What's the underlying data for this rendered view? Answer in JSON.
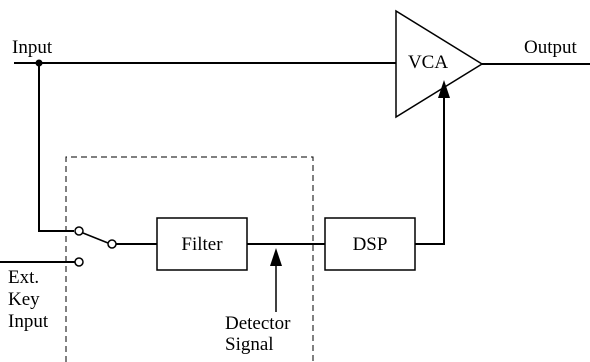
{
  "labels": {
    "input": "Input",
    "output": "Output",
    "vca": "VCA",
    "filter": "Filter",
    "dsp": "DSP",
    "ext_key_input": [
      "Ext.",
      "Key",
      "Input"
    ],
    "detector_signal": [
      "Detector",
      "Signal"
    ]
  },
  "colors": {
    "stroke": "#000000",
    "background": "#ffffff"
  }
}
